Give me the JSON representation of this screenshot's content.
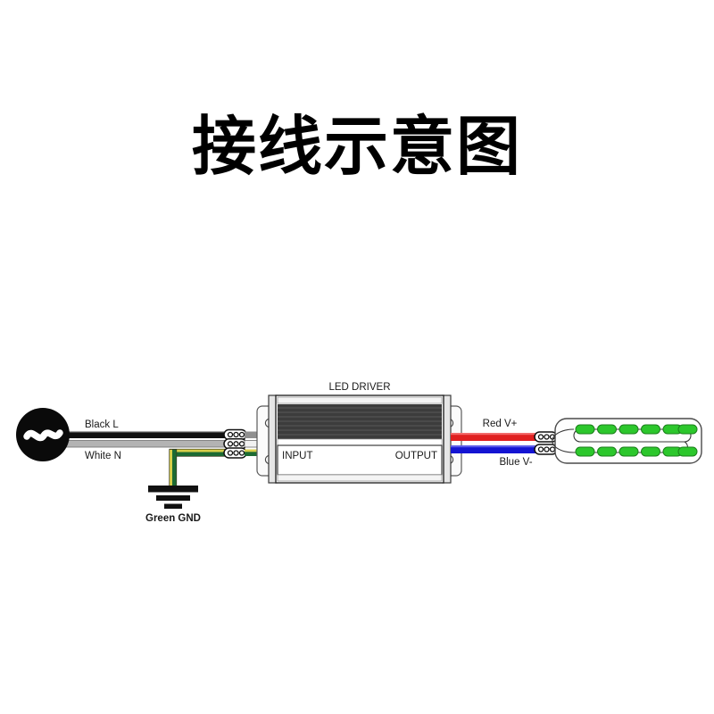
{
  "page": {
    "title": "接线示意图",
    "background_color": "#ffffff"
  },
  "source": {
    "name": "ac-power-source",
    "symbol": "~",
    "fill_color": "#0a0a0a"
  },
  "input_wires": [
    {
      "id": "line",
      "label": "Black L",
      "color": "#111111",
      "label_position": "above"
    },
    {
      "id": "neutral",
      "label": "White N",
      "color": "#b3b3b3",
      "label_position": "below"
    },
    {
      "id": "ground",
      "label": "Green GND",
      "color": "#1c6b33",
      "stripe_color": "#d8cf4a",
      "label_position": "below"
    }
  ],
  "driver": {
    "title": "LED DRIVER",
    "input_label": "INPUT",
    "output_label": "OUTPUT",
    "heatsink_color": "#3c3c3c",
    "body_color": "#fdfdfd",
    "edge_color": "#c9c9c9"
  },
  "output_wires": [
    {
      "id": "vplus",
      "label": "Red V+",
      "color": "#e02020",
      "label_position": "above"
    },
    {
      "id": "vminus",
      "label": "Blue V-",
      "color": "#1414d2",
      "label_position": "below"
    }
  ],
  "led_module": {
    "name": "led-strip-module",
    "led_color": "#2cc72c",
    "led_count_top": 6,
    "led_count_bottom": 6,
    "outline_color": "#4a4a4a"
  },
  "connectors": {
    "name": "wire-terminal-connector",
    "dot_count": 3,
    "dot_color": "#111111",
    "body_color": "#ffffff"
  },
  "ground_symbol": {
    "name": "earth-ground-symbol",
    "bars": 3,
    "color": "#111111"
  }
}
